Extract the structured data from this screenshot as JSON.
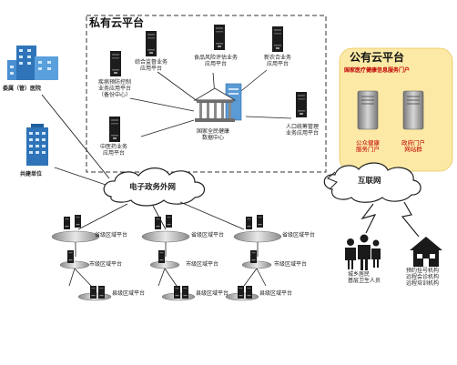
{
  "private_cloud": {
    "title": "私有云平台",
    "nodes": [
      {
        "lines": [
          "综合监督业务",
          "应用平台"
        ]
      },
      {
        "lines": [
          "食品风险评估业务",
          "应用平台"
        ]
      },
      {
        "lines": [
          "新农合业务",
          "应用平台"
        ]
      },
      {
        "lines": [
          "疾病预防控制",
          "业务应用平台",
          "（备份中心）"
        ]
      },
      {
        "lines": [
          "人口统筹管理",
          "业务应用平台"
        ]
      },
      {
        "lines": [
          "中医药业务",
          "应用平台"
        ]
      }
    ],
    "center": {
      "lines": [
        "国家全民健康",
        "数据中心"
      ]
    }
  },
  "public_cloud": {
    "title": "公有云平台",
    "portal": "国家医疗健康信息服务门户",
    "left": {
      "lines": [
        "公众健康",
        "服务门户"
      ]
    },
    "right": {
      "lines": [
        "政府门户",
        "网站群"
      ]
    }
  },
  "left_side": {
    "hospital": "委属（管）医院",
    "unit": "共建单位"
  },
  "clouds": {
    "egov": "电子政务外网",
    "internet": "互联网"
  },
  "tiers": {
    "province": "省级区域平台",
    "city": "市级区域平台",
    "county": "县级区域平台"
  },
  "right_bottom": {
    "people": [
      "城乡居民",
      "基层卫生人员"
    ],
    "orgs": [
      "预约挂号机构",
      "远程会诊机构",
      "远程培训机构"
    ]
  },
  "colors": {
    "server": "#1a1a1a",
    "public_bg": "#fde9a6",
    "public_title": "#c00000",
    "accent_blue": "#3b7fc4"
  }
}
